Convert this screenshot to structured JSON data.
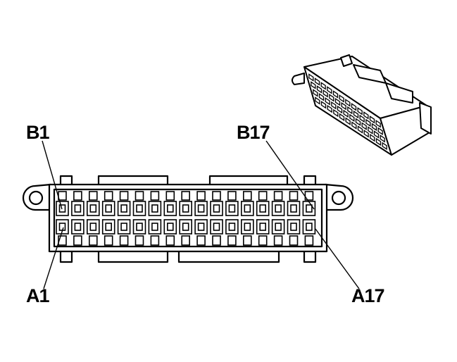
{
  "labels": {
    "b1": "B1",
    "b17": "B17",
    "a1": "A1",
    "a17": "A17"
  },
  "connector": {
    "pin_count_per_row": 17,
    "rows": [
      "B",
      "A"
    ]
  },
  "colors": {
    "stroke": "#000000",
    "background": "#ffffff"
  }
}
